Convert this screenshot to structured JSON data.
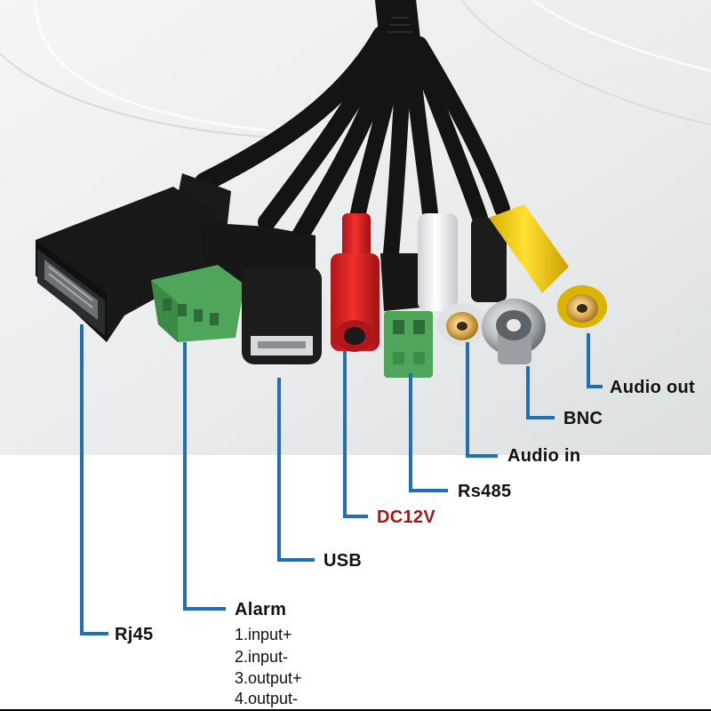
{
  "colors": {
    "leader": "#1f6fb4",
    "dc_label": "#9a1a1a",
    "label": "#111111",
    "photo_bg": "#eceeef",
    "cable": "#141414",
    "red_jack": "#e3201f",
    "white_jack": "#f2f2f2",
    "yellow_jack": "#f5d31a",
    "green_terminal": "#4ea659"
  },
  "icons": [
    "rj45-connector",
    "alarm-terminal-block",
    "usb-connector",
    "dc-power-jack",
    "rs485-terminal-block",
    "rca-audio-in",
    "bnc-connector",
    "rca-audio-out"
  ],
  "labels": {
    "rj45": "Rj45",
    "alarm": "Alarm",
    "alarm_pins": [
      "1.input+",
      "2.input-",
      "3.output+",
      "4.output-"
    ],
    "usb": "USB",
    "dc12v": "DC12V",
    "rs485": "Rs485",
    "audio_in": "Audio in",
    "bnc": "BNC",
    "audio_out": "Audio out"
  }
}
